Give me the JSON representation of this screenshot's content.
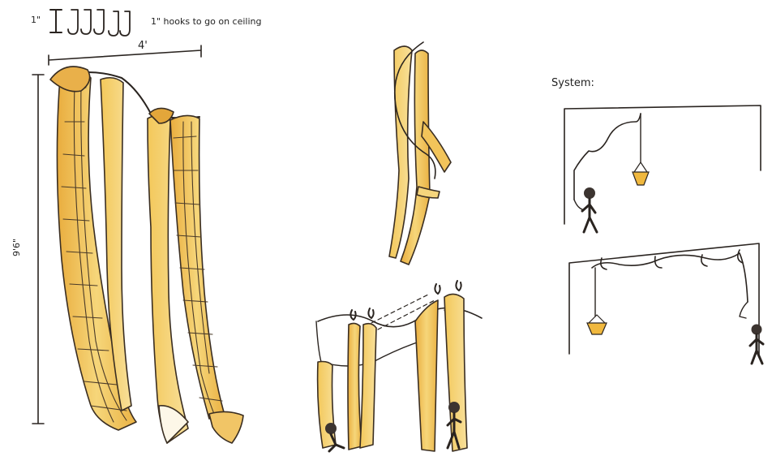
{
  "sketch": {
    "hooks_note": "1\" hooks to go on ceiling",
    "width_label": "4'",
    "height_label": "9'6\"",
    "system_label": "System:"
  },
  "colors": {
    "fabric_light": "#f6d77a",
    "fabric_mid": "#f0c350",
    "fabric_dark": "#e6a83a",
    "ink": "#2a2420",
    "hook_fill": "#6b4e2e",
    "figure": "#3c3430"
  },
  "icons": [
    "hook-icon",
    "pulley-basket-icon",
    "figure-icon"
  ]
}
